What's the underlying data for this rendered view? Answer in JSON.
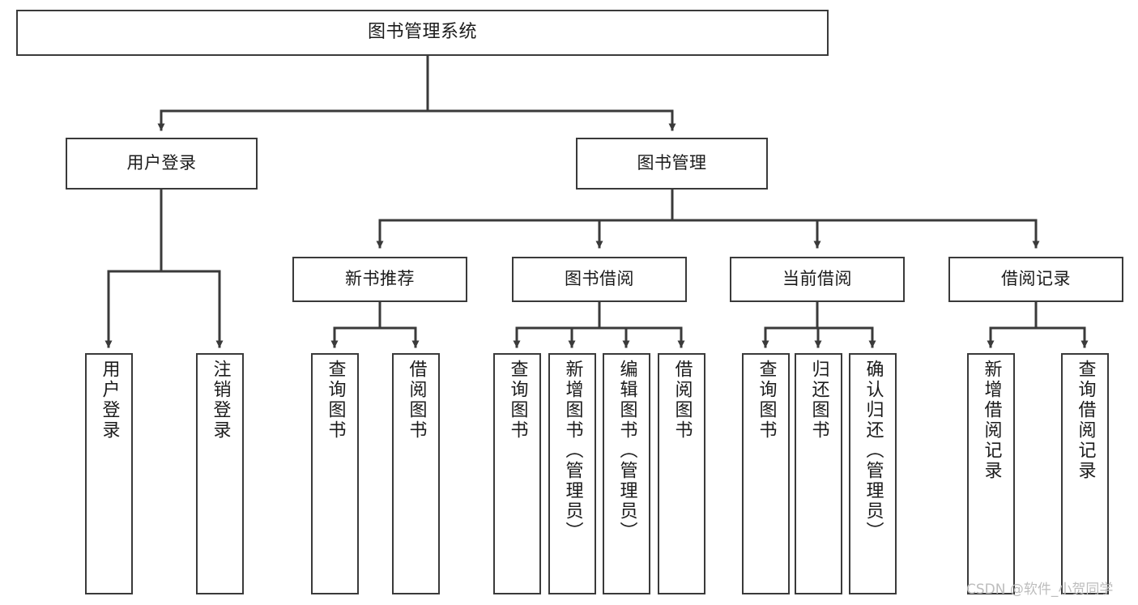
{
  "diagram": {
    "title": "图书管理系统",
    "orientation": "top-down-tree",
    "watermark": "CSDN @软件_小贺同学",
    "colors": {
      "background": "#ffffff",
      "box_border": "#3a3a3a",
      "box_fill": "#ffffff",
      "connector": "#3a3a3a",
      "text": "#1b1b1b",
      "watermark_text": "#bdbdbd"
    }
  },
  "nodes": {
    "root": {
      "label": "图书管理系统"
    },
    "level1": [
      {
        "label": "用户登录"
      },
      {
        "label": "图书管理"
      }
    ],
    "level2": [
      {
        "label": "新书推荐"
      },
      {
        "label": "图书借阅"
      },
      {
        "label": "当前借阅"
      },
      {
        "label": "借阅记录"
      }
    ],
    "leaves": {
      "user_login": [
        {
          "label": "用户登录"
        },
        {
          "label": "注销登录"
        }
      ],
      "new_book_recommend": [
        {
          "label": "查询图书"
        },
        {
          "label": "借阅图书"
        }
      ],
      "book_borrow": [
        {
          "label": "查询图书"
        },
        {
          "label": "新增图书（管理员）"
        },
        {
          "label": "编辑图书（管理员）"
        },
        {
          "label": "借阅图书"
        }
      ],
      "current_borrow": [
        {
          "label": "查询图书"
        },
        {
          "label": "归还图书"
        },
        {
          "label": "确认归还（管理员）"
        }
      ],
      "borrow_record": [
        {
          "label": "新增借阅记录"
        },
        {
          "label": "查询借阅记录"
        }
      ]
    }
  }
}
